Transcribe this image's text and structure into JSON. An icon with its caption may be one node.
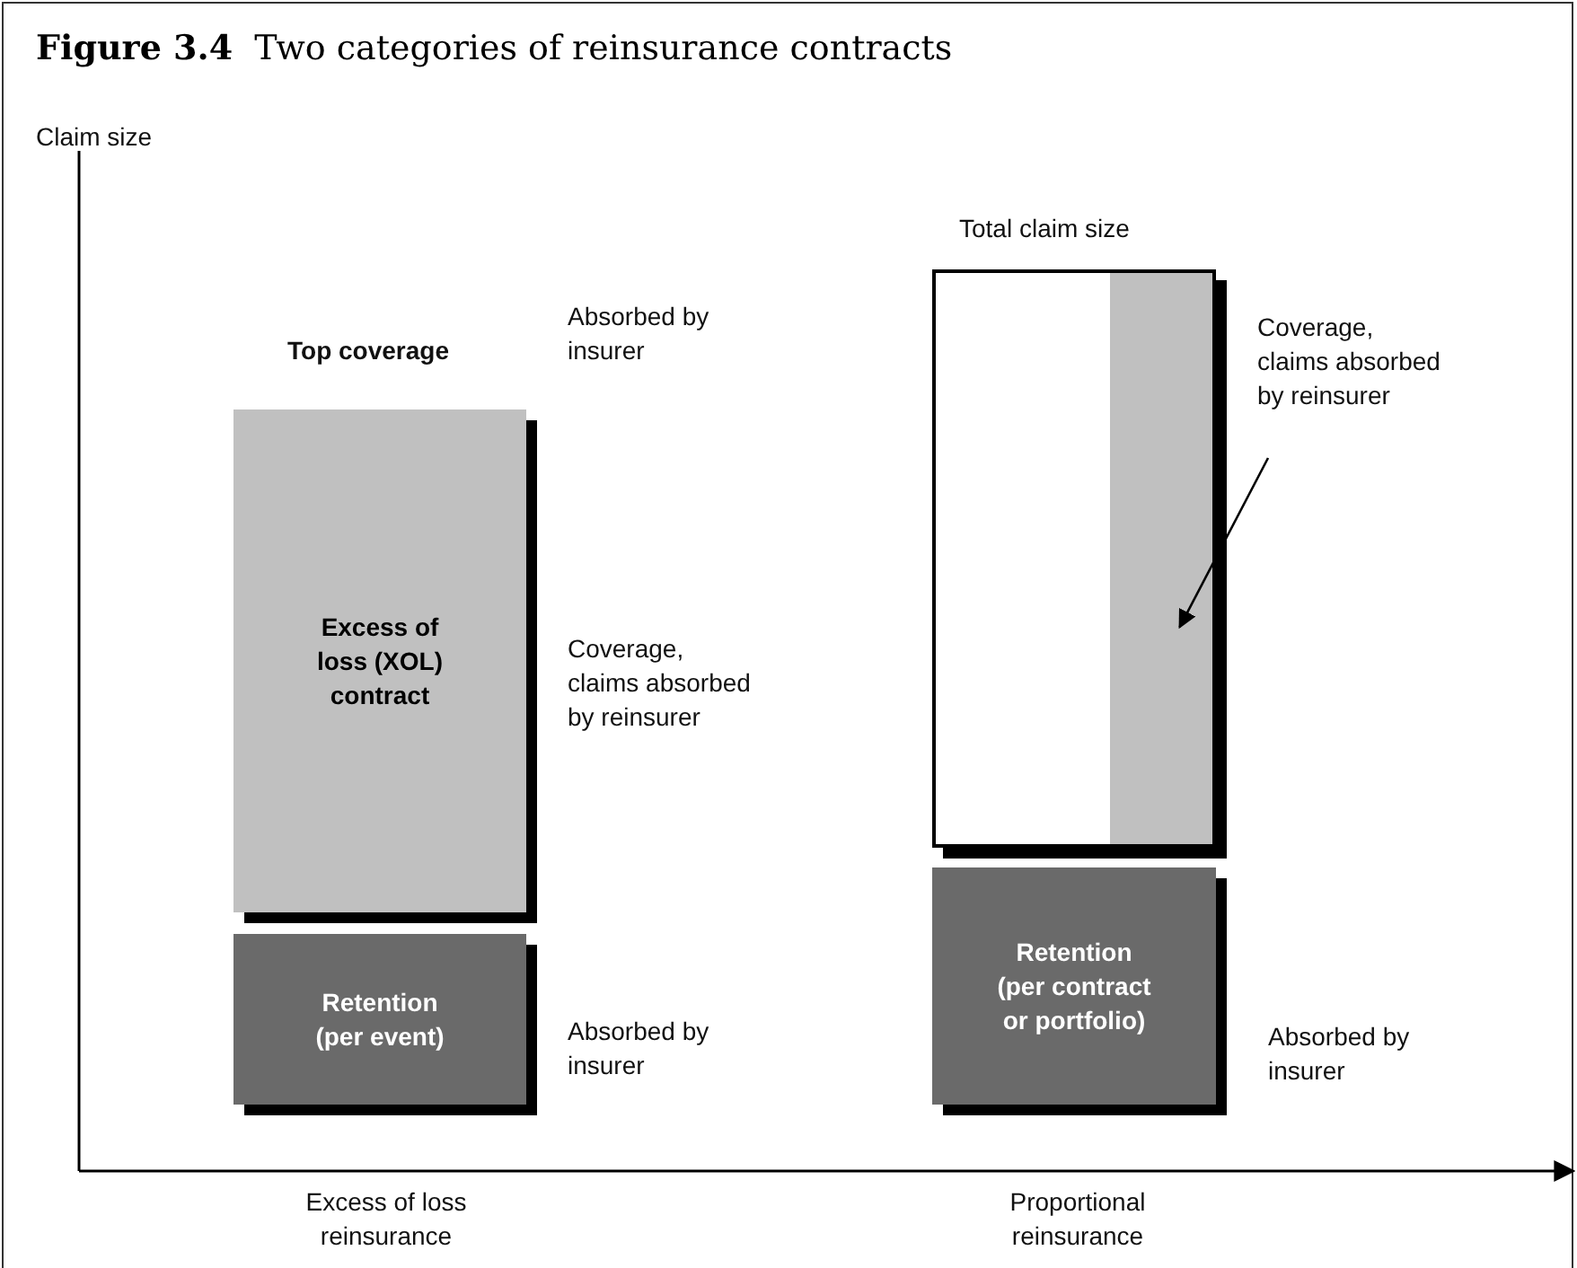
{
  "diagram": {
    "title": "**Figure 3.4**  Two categories of reinsurance contracts",
    "nodes": [
      {
        "text": [
          "Excess of loss (XOL) contract"
        ]
      },
      {
        "text": [
          "Retention (per event)"
        ]
      },
      {
        "text": [],
        "shape": "box",
        "beside": [
          "Total claim size"
        ]
      },
      {
        "text": [],
        "shape": "bar",
        "in": 2
      },
      {
        "text": [
          "Retention (per contract or portfolio)"
        ]
      },
      {
        "text": [
          "Coverage, claims absorbed by reinsurer"
        ]
      }
    ],
    "edges": [
      {
        "from": 5,
        "to": 3,
        "arrow": "to"
      }
    ],
    "labels": [
      "Claim size",
      "Top coverage",
      "Absorbed by insurer",
      "Coverage, claims absorbed by reinsurer",
      "Absorbed by insurer",
      "Absorbed by insurer",
      "Excess of loss reinsurance",
      "Proportional reinsurance"
    ]
  }
}
